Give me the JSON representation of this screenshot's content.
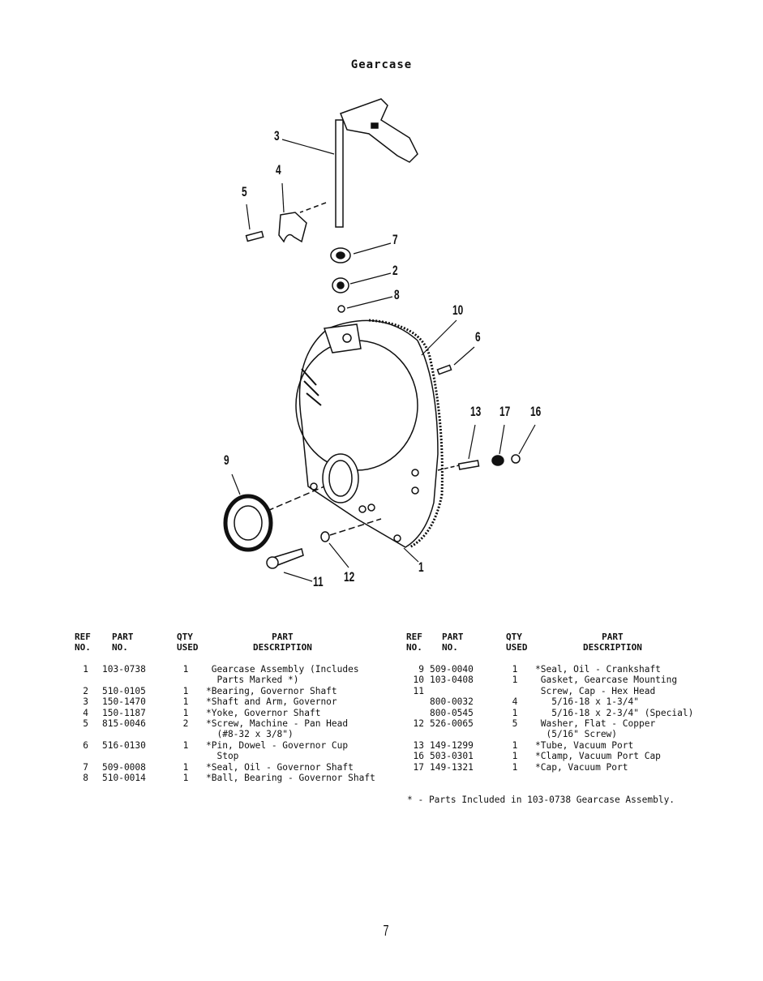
{
  "title": "Gearcase",
  "callouts": [
    {
      "label": "3"
    },
    {
      "label": "4"
    },
    {
      "label": "5"
    },
    {
      "label": "7"
    },
    {
      "label": "2"
    },
    {
      "label": "8"
    },
    {
      "label": "10"
    },
    {
      "label": "6"
    },
    {
      "label": "13"
    },
    {
      "label": "17"
    },
    {
      "label": "16"
    },
    {
      "label": "9"
    },
    {
      "label": "1"
    },
    {
      "label": "11"
    },
    {
      "label": "12"
    }
  ],
  "headers": {
    "ref": "REF\nNO.",
    "part": "PART\nNO.",
    "qty": "QTY\nUSED",
    "desc": "PART\nDESCRIPTION"
  },
  "left_table": [
    {
      "ref": "1",
      "part": "103-0738",
      "qty": "1",
      "desc": " Gearcase Assembly (Includes"
    },
    {
      "ref": "",
      "part": "",
      "qty": "",
      "desc": "  Parts Marked *)"
    },
    {
      "ref": "2",
      "part": "510-0105",
      "qty": "1",
      "desc": "*Bearing, Governor Shaft"
    },
    {
      "ref": "3",
      "part": "150-1470",
      "qty": "1",
      "desc": "*Shaft and Arm, Governor"
    },
    {
      "ref": "4",
      "part": "150-1187",
      "qty": "1",
      "desc": "*Yoke, Governor Shaft"
    },
    {
      "ref": "5",
      "part": "815-0046",
      "qty": "2",
      "desc": "*Screw, Machine - Pan Head"
    },
    {
      "ref": "",
      "part": "",
      "qty": "",
      "desc": "  (#8-32 x 3/8\")"
    },
    {
      "ref": "6",
      "part": "516-0130",
      "qty": "1",
      "desc": "*Pin, Dowel - Governor Cup"
    },
    {
      "ref": "",
      "part": "",
      "qty": "",
      "desc": "  Stop"
    },
    {
      "ref": "7",
      "part": "509-0008",
      "qty": "1",
      "desc": "*Seal, Oil - Governor Shaft"
    },
    {
      "ref": "8",
      "part": "510-0014",
      "qty": "1",
      "desc": "*Ball, Bearing - Governor Shaft"
    }
  ],
  "right_table": [
    {
      "ref": "9",
      "part": "509-0040",
      "qty": "1",
      "desc": "*Seal, Oil - Crankshaft"
    },
    {
      "ref": "10",
      "part": "103-0408",
      "qty": "1",
      "desc": " Gasket, Gearcase Mounting"
    },
    {
      "ref": "11",
      "part": "",
      "qty": "",
      "desc": " Screw, Cap - Hex Head"
    },
    {
      "ref": "",
      "part": "800-0032",
      "qty": "4",
      "desc": "   5/16-18 x 1-3/4\""
    },
    {
      "ref": "",
      "part": "800-0545",
      "qty": "1",
      "desc": "   5/16-18 x 2-3/4\" (Special)"
    },
    {
      "ref": "12",
      "part": "526-0065",
      "qty": "5",
      "desc": " Washer, Flat - Copper"
    },
    {
      "ref": "",
      "part": "",
      "qty": "",
      "desc": "  (5/16\" Screw)"
    },
    {
      "ref": "13",
      "part": "149-1299",
      "qty": "1",
      "desc": "*Tube, Vacuum Port"
    },
    {
      "ref": "16",
      "part": "503-0301",
      "qty": "1",
      "desc": "*Clamp, Vacuum Port Cap"
    },
    {
      "ref": "17",
      "part": "149-1321",
      "qty": "1",
      "desc": "*Cap, Vacuum Port"
    }
  ],
  "footnote": "* - Parts Included in 103-0738 Gearcase Assembly.",
  "page_number": "7"
}
